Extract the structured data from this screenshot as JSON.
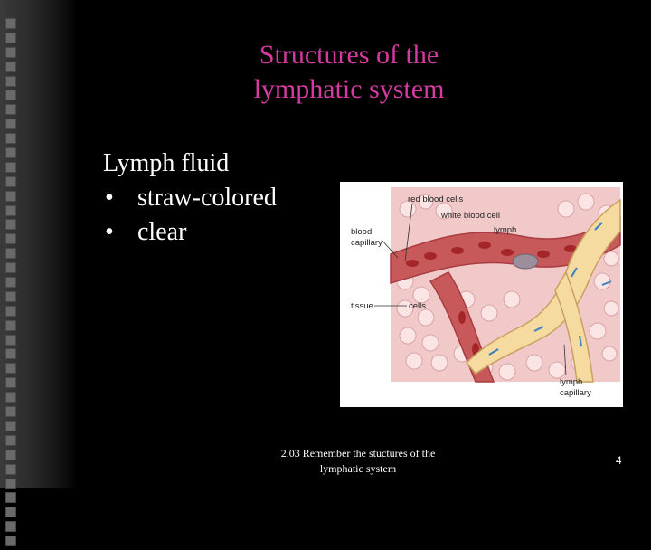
{
  "slide": {
    "title_line1": "Structures of  the",
    "title_line2": "lymphatic system",
    "heading": "Lymph fluid",
    "bullets": [
      "straw-colored",
      "clear"
    ],
    "bullet_glyph": "•",
    "footer_line1": "2.03 Remember the stuctures of the",
    "footer_line2": "lymphatic system",
    "page_number": "4"
  },
  "figure": {
    "labels": {
      "red_blood_cells": "red blood cells",
      "white_blood_cell": "white blood cell",
      "lymph": "lymph",
      "blood": "blood",
      "capillary": "capillary",
      "tissue": "tissue",
      "cells": "cells",
      "lymph_cap_1": "lymph",
      "lymph_cap_2": "capillary"
    }
  },
  "colors": {
    "title": "#d43aa0",
    "text": "#ffffff",
    "background": "#000000"
  }
}
